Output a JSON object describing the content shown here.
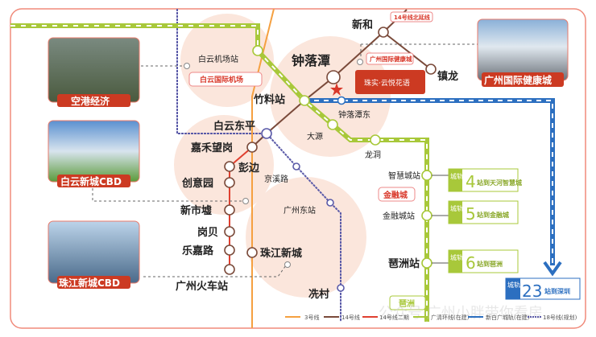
{
  "stations": {
    "baiyun_airport": "白云机场站",
    "zhongluotan": "钟落潭",
    "xinhe": "新和",
    "zhenlong": "镇龙",
    "zhuliao": "竹料站",
    "zhongluotan_east": "钟落潭东",
    "dayuan": "大源",
    "longdong": "龙洞",
    "baiyun_dongping": "白云东平",
    "jiahe": "嘉禾望岗",
    "pengbian": "彭边",
    "jingxi": "京溪路",
    "chuangyiyuan": "创意园",
    "xinshixu": "新市墟",
    "gangbei": "岗贝",
    "lejialu": "乐嘉路",
    "guangzhou_railway": "广州火车站",
    "guangzhou_east": "广州东站",
    "zhujiang_newtown": "珠江新城",
    "xiancun": "冼村",
    "zhihuicheng": "智慧城站",
    "jinrongcheng": "金融城站",
    "pazhou": "琶洲站"
  },
  "tags": {
    "airport": "白云国际机场",
    "line14_north": "14号线北延线",
    "health_city_small": "广州国际健康城",
    "finance_city": "金融城",
    "pazhou": "琶洲",
    "logo": "珠实·云悦花语"
  },
  "photos": [
    {
      "label": "空港经济"
    },
    {
      "label": "白云新城CBD"
    },
    {
      "label": "珠江新城CBD"
    },
    {
      "label": "广州国际健康城"
    }
  ],
  "intercity": [
    {
      "tag": "城轨",
      "num": "4",
      "text": "站到天河智慧城"
    },
    {
      "tag": "城轨",
      "num": "5",
      "text": "站到金融城"
    },
    {
      "tag": "城轨",
      "num": "6",
      "text": "站到琶洲"
    },
    {
      "tag": "城轨",
      "num": "23",
      "text": "站到深圳"
    }
  ],
  "legend": [
    {
      "label": "3号线",
      "color": "#f5a040"
    },
    {
      "label": "14号线",
      "color": "#7a4a3a"
    },
    {
      "label": "14号线二期",
      "color": "#e04030"
    },
    {
      "label": "广清环线(在建)",
      "color": "#a8c83a"
    },
    {
      "label": "新白广城轨(在建)",
      "color": "#2c6fc0"
    },
    {
      "label": "18号线(规划)",
      "color": "#5a5aa8"
    }
  ],
  "watermark": "公众号·广州小胖带你看房"
}
